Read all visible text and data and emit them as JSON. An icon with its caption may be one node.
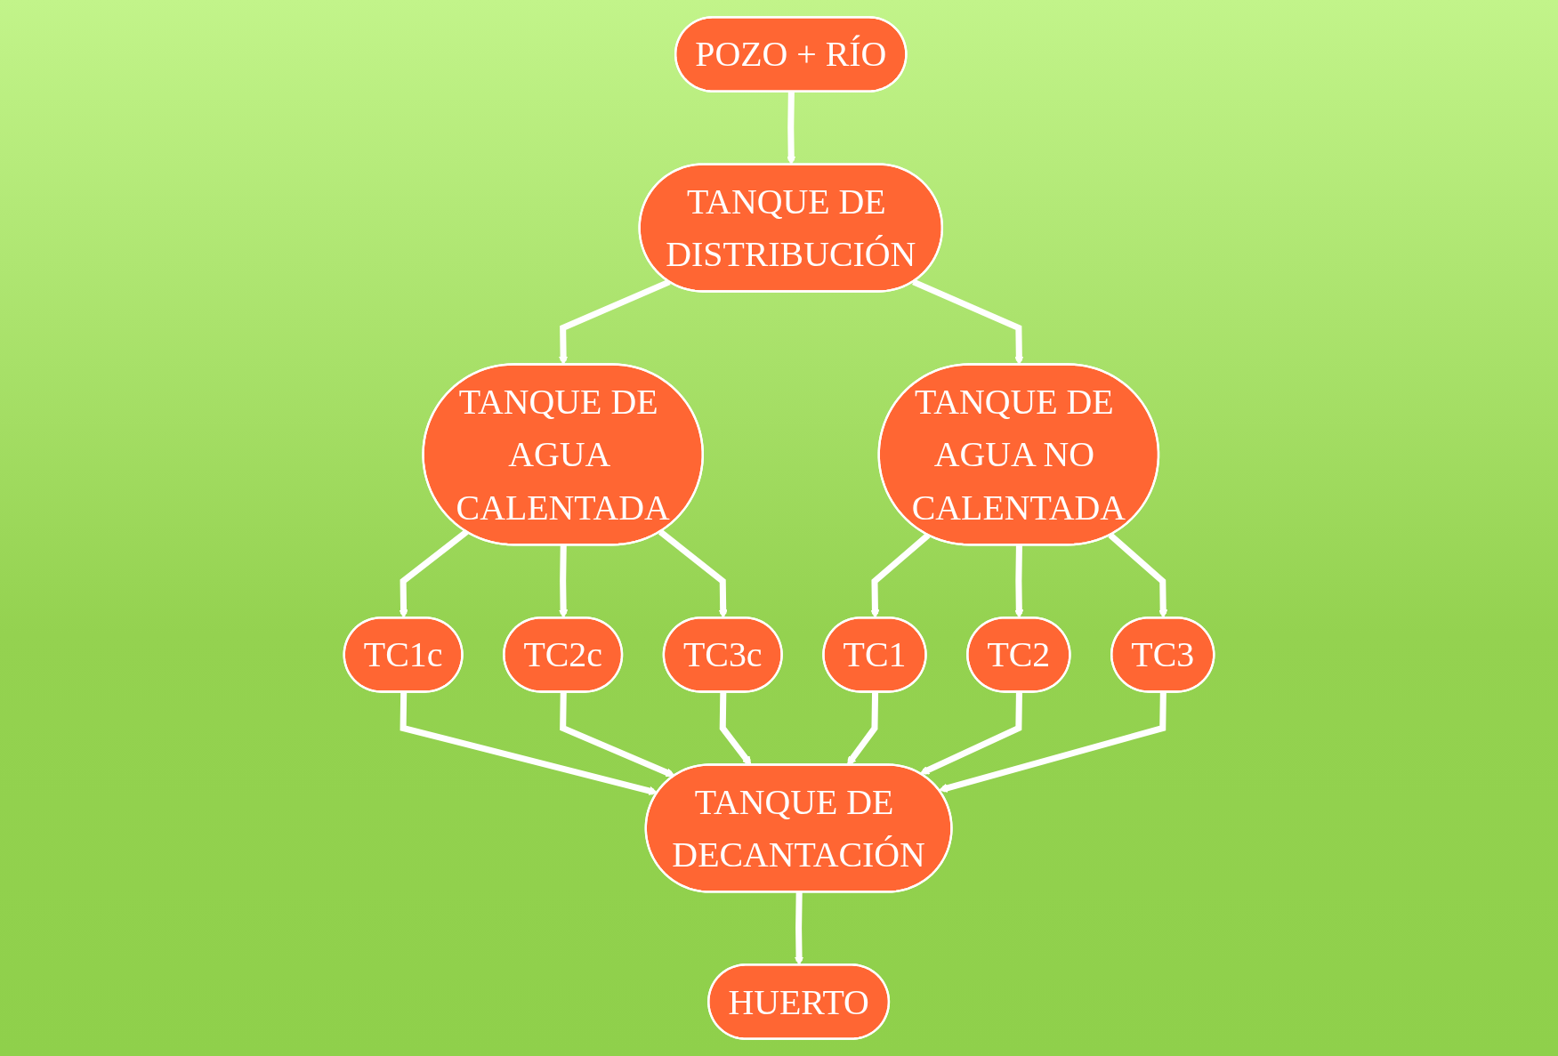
{
  "diagram": {
    "nodes": [
      {
        "text": [
          "POZO + RÍO"
        ]
      },
      {
        "text": [
          "TANQUE DE DISTRIBUCIÓN"
        ]
      },
      {
        "text": [
          "TANQUE DE AGUA CALENTADA"
        ]
      },
      {
        "text": [
          "TANQUE DE AGUA NO CALENTADA"
        ]
      },
      {
        "text": [
          "TC1c"
        ]
      },
      {
        "text": [
          "TC2c"
        ]
      },
      {
        "text": [
          "TC3c"
        ]
      },
      {
        "text": [
          "TC1"
        ]
      },
      {
        "text": [
          "TC2"
        ]
      },
      {
        "text": [
          "TC3"
        ]
      },
      {
        "text": [
          "TANQUE DE DECANTACIÓN"
        ]
      },
      {
        "text": [
          "HUERTO"
        ]
      }
    ],
    "edges": [
      {
        "from": 0,
        "to": 1,
        "arrow": "to"
      },
      {
        "from": 1,
        "to": 2,
        "arrow": "to"
      },
      {
        "from": 1,
        "to": 3,
        "arrow": "to"
      },
      {
        "from": 2,
        "to": 4,
        "arrow": "to"
      },
      {
        "from": 2,
        "to": 5,
        "arrow": "to"
      },
      {
        "from": 2,
        "to": 6,
        "arrow": "to"
      },
      {
        "from": 3,
        "to": 7,
        "arrow": "to"
      },
      {
        "from": 3,
        "to": 8,
        "arrow": "to"
      },
      {
        "from": 3,
        "to": 9,
        "arrow": "to"
      },
      {
        "from": 4,
        "to": 10,
        "arrow": "to"
      },
      {
        "from": 5,
        "to": 10,
        "arrow": "to"
      },
      {
        "from": 6,
        "to": 10,
        "arrow": "to"
      },
      {
        "from": 7,
        "to": 10,
        "arrow": "to"
      },
      {
        "from": 8,
        "to": 10,
        "arrow": "to"
      },
      {
        "from": 9,
        "to": 10,
        "arrow": "to"
      },
      {
        "from": 10,
        "to": 11,
        "arrow": "to"
      }
    ]
  }
}
